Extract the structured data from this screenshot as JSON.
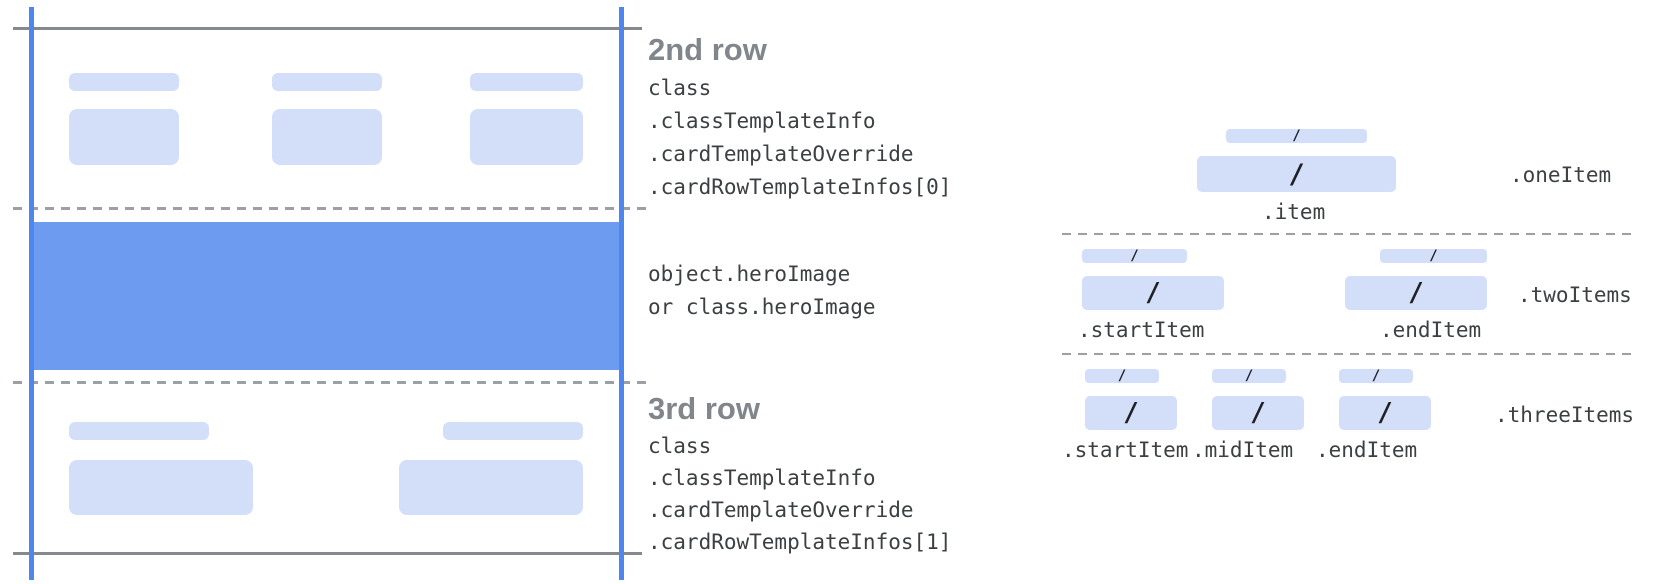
{
  "colors": {
    "guide_blue": "#4d86ec",
    "hero_blue": "#6c9bf0",
    "placeholder_blue": "#d3dff9",
    "border_gray": "#85888c",
    "dashed_gray": "#9aa0a6",
    "heading_gray": "#80868b",
    "code_text": "#3c4043",
    "slash_dark": "#202124"
  },
  "left_card": {
    "row2_heading": "2nd row",
    "row2_code": [
      "class",
      ".classTemplateInfo",
      ".cardTemplateOverride",
      ".cardRowTemplateInfos[0]"
    ],
    "hero_code": [
      "object.heroImage",
      "or class.heroImage"
    ],
    "row3_heading": "3rd row",
    "row3_code": [
      "class",
      ".classTemplateInfo",
      ".cardTemplateOverride",
      ".cardRowTemplateInfos[1]"
    ]
  },
  "items_panel": {
    "slash": "/",
    "one_item": {
      "row_label": ".oneItem",
      "item_label": ".item"
    },
    "two_items": {
      "row_label": ".twoItems",
      "start_label": ".startItem",
      "end_label": ".endItem"
    },
    "three_items": {
      "row_label": ".threeItems",
      "start_label": ".startItem",
      "mid_label": ".midItem",
      "end_label": ".endItem"
    }
  }
}
